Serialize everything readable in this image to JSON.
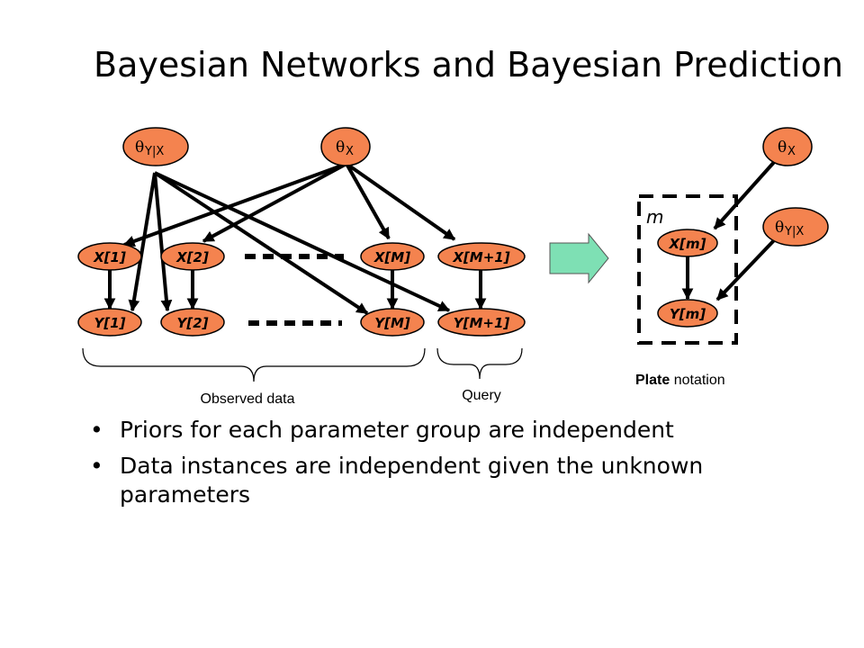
{
  "title": "Bayesian Networks and Bayesian Prediction",
  "theta_symbol": "θ",
  "left_diagram": {
    "theta_yx": {
      "sub": "Y|X"
    },
    "theta_x": {
      "sub": "X"
    },
    "x_nodes": [
      "X[1]",
      "X[2]",
      "X[M]",
      "X[M+1]"
    ],
    "y_nodes": [
      "Y[1]",
      "Y[2]",
      "Y[M]",
      "Y[M+1]"
    ],
    "observed_label": "Observed data",
    "query_label": "Query"
  },
  "plate_diagram": {
    "theta_x": {
      "sub": "X"
    },
    "theta_yx": {
      "sub": "Y|X"
    },
    "plate_index": "m",
    "x_node": "X[m]",
    "y_node": "Y[m]",
    "caption_bold": "Plate",
    "caption_rest": " notation"
  },
  "bullets": [
    "Priors for each parameter group are independent",
    "Data instances are independent given the unknown parameters"
  ],
  "colors": {
    "node_fill": "#f4834f",
    "arrow_fill": "#7ee0b4"
  }
}
